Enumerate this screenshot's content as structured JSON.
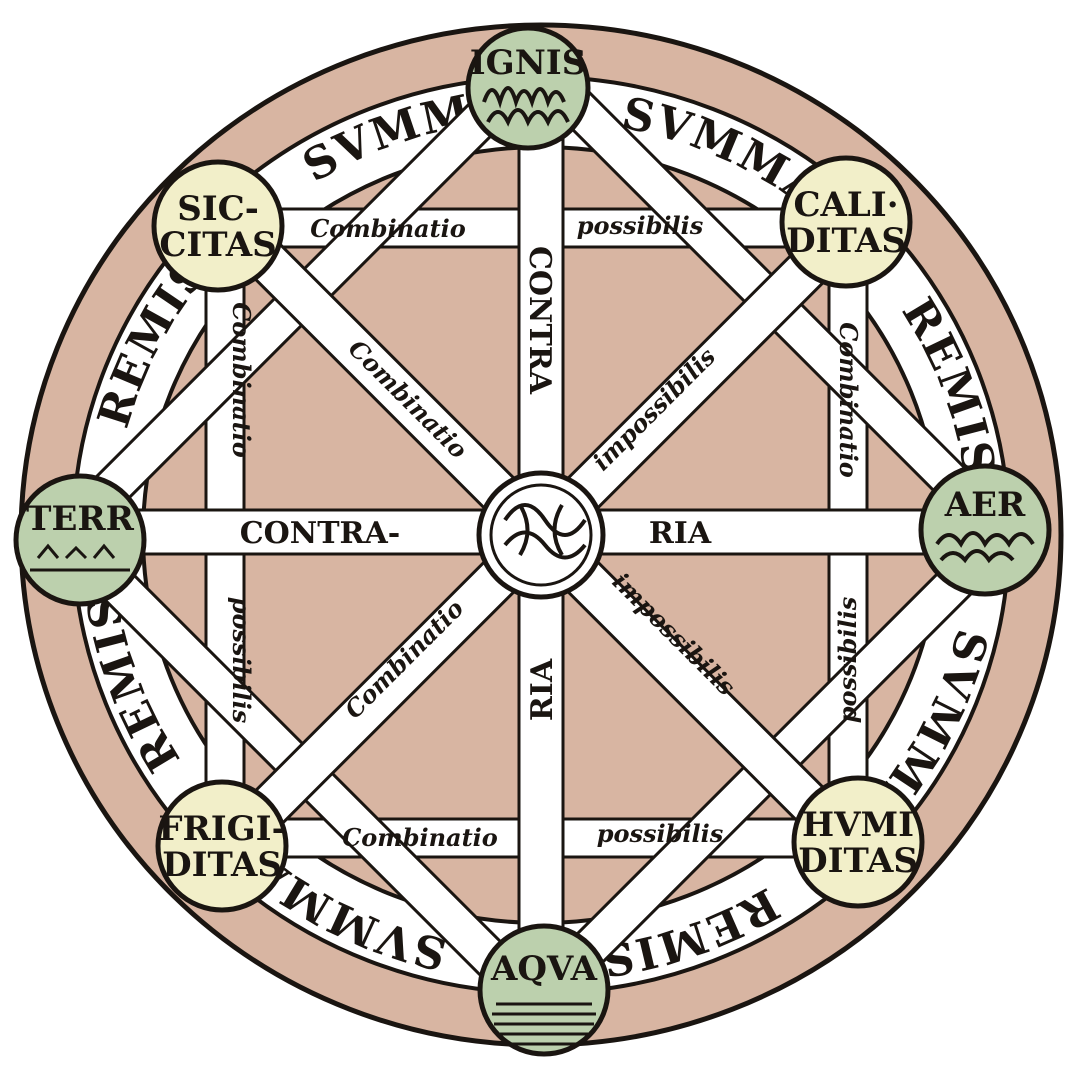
{
  "colors": {
    "disc": "#d8b5a2",
    "ink": "#1a1511",
    "quality_node": "#f2efc9",
    "element_node": "#bcd0ad",
    "band": "#ffffff"
  },
  "ring": {
    "labels": [
      {
        "text": "REMISSA"
      },
      {
        "text": "SVMMA"
      },
      {
        "text": "REMISSA"
      },
      {
        "text": "SVMMA"
      },
      {
        "text": "REMISSA"
      },
      {
        "text": "SVMMA"
      },
      {
        "text": "REMISSA"
      },
      {
        "text": "SVMMA"
      }
    ]
  },
  "nodes": {
    "ignis": {
      "lines": [
        "IGNIS"
      ]
    },
    "caliditas": {
      "lines": [
        "CALI·",
        "DITAS"
      ]
    },
    "aer": {
      "lines": [
        "AER"
      ]
    },
    "humiditas": {
      "lines": [
        "HVMI",
        "DITAS"
      ]
    },
    "aqua": {
      "lines": [
        "AQVA"
      ]
    },
    "frigiditas": {
      "lines": [
        "FRIGI-",
        "DITAS"
      ]
    },
    "terra": {
      "lines": [
        "TERR"
      ]
    },
    "siccitas": {
      "lines": [
        "SIC-",
        "CITAS"
      ]
    }
  },
  "bands": {
    "contra_left": "CONTRA-",
    "contra_right": "RIA",
    "contra_top": "CONTRA",
    "contra_bottom": "RIA",
    "combinatio_top": "Combinatio",
    "possibilis_top": "possibilis",
    "combinatio_bottom": "Combinatio",
    "possibilis_bottom": "possibilis",
    "combinatio_left": "Combinatio",
    "possibilis_left": "possibilis",
    "combinatio_right": "Combinatio",
    "possibilis_right": "possibilis",
    "combinatio_diag_ul": "Combinatio",
    "combinatio_diag_ll": "Combinatio",
    "impossibilis_ur": "impossibilis",
    "impossibilis_lr": "impossibilis"
  }
}
